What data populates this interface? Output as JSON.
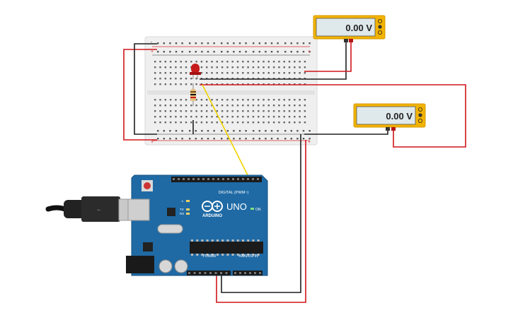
{
  "meters": [
    {
      "reading": "0.00 V"
    },
    {
      "reading": "0.00 V"
    }
  ],
  "arduino": {
    "logo_text": "ARDUINO",
    "model": "UNO",
    "on_label": "ON",
    "digital_label": "DIGITAL (PWM~)",
    "power_label": "POWER",
    "analog_label": "ANALOG IN",
    "tx_label": "TX",
    "rx_label": "RX",
    "l_label": "L"
  },
  "breadboard": {
    "rail_plus": "+",
    "rail_minus": "-"
  },
  "colors": {
    "wire_red": "#d0151a",
    "wire_black": "#1f1f1f",
    "wire_yellow": "#f2d300",
    "arduino_body": "#1f6aa5",
    "meter_body": "#f2b300",
    "meter_screen": "#dfe8ea",
    "breadboard": "#efefef",
    "led": "#c61b1b"
  }
}
